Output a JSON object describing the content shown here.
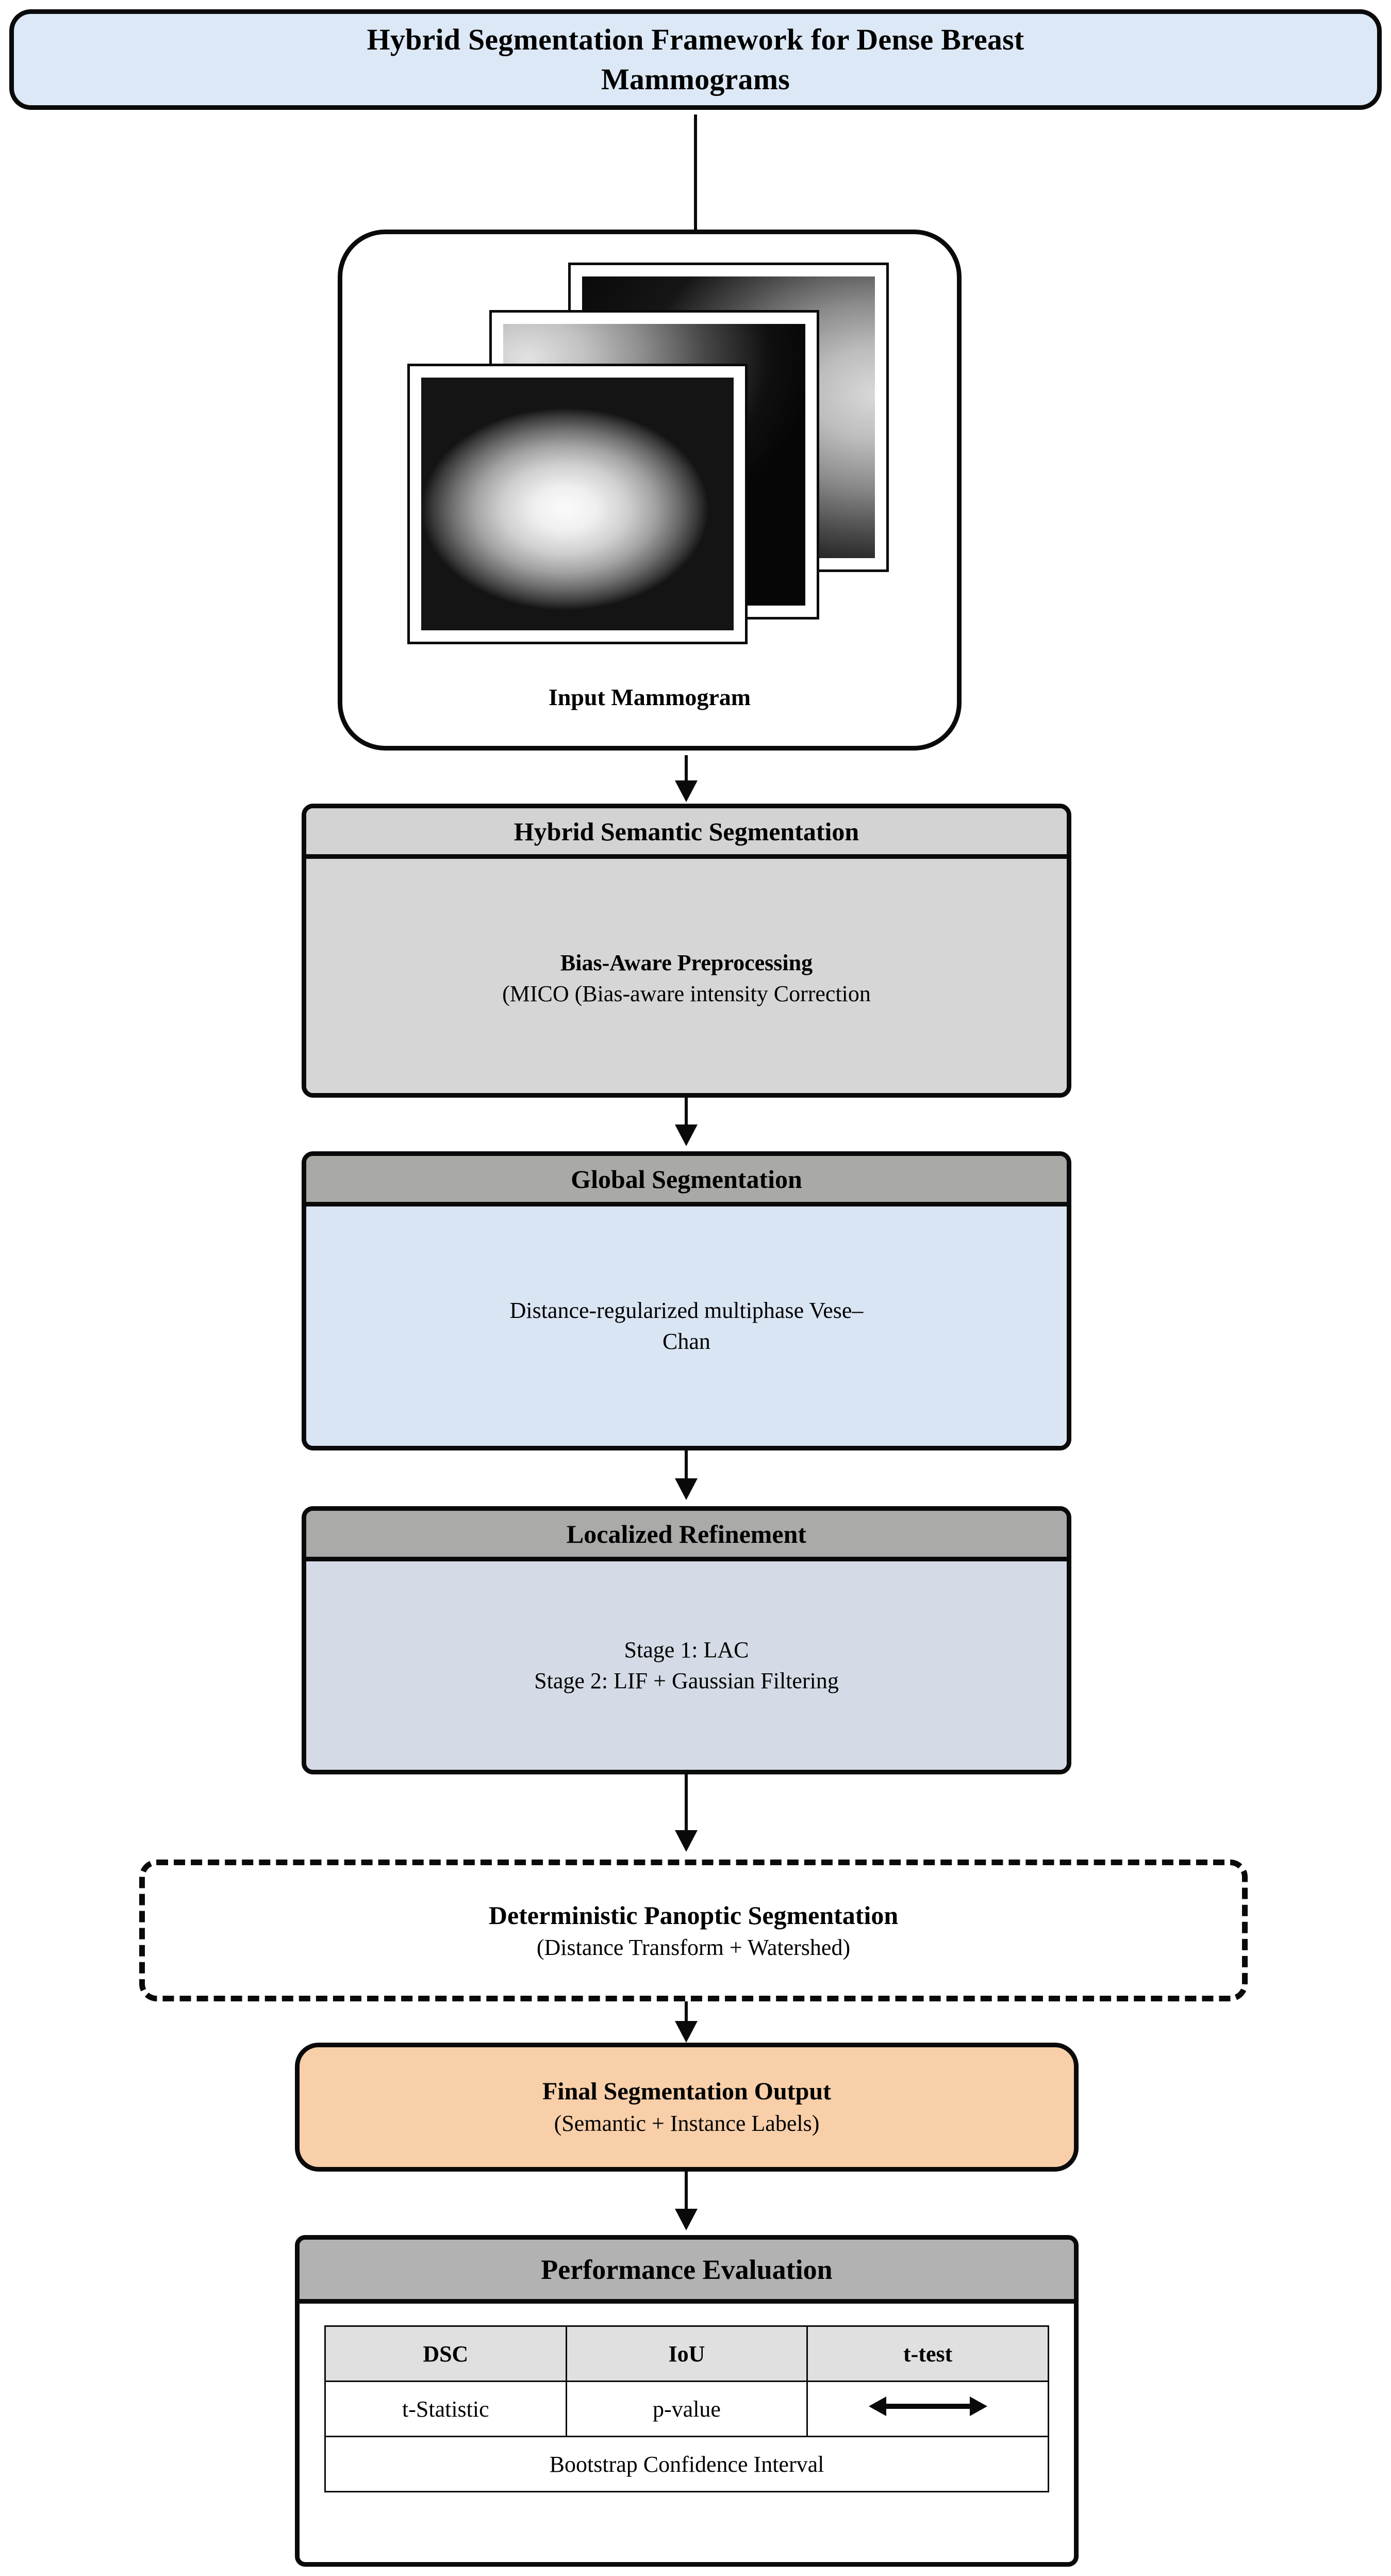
{
  "title": {
    "line1": "Hybrid Segmentation Framework for Dense Breast",
    "line2": "Mammograms"
  },
  "input": {
    "label": "Input Mammogram",
    "image_count": 3,
    "image_kind": "grayscale-mammogram"
  },
  "stages": [
    {
      "key": "hybrid_semantic_segmentation",
      "header": "Hybrid Semantic Segmentation",
      "body_bold": "Bias-Aware Preprocessing",
      "body_text": "(MICO (Bias-aware intensity Correction",
      "header_color": "#d3d3d3",
      "body_color": "#d6d6d6"
    },
    {
      "key": "global_segmentation",
      "header": "Global Segmentation",
      "body_line1": "Distance-regularized multiphase Vese–",
      "body_line2": "Chan",
      "header_color": "#a9a9a6",
      "body_color": "#dae5f3"
    },
    {
      "key": "localized_refinement",
      "header": "Localized Refinement",
      "body_line1": "Stage 1: LAC",
      "body_line2": "Stage 2: LIF + Gaussian Filtering",
      "header_color": "#aaaaa8",
      "body_color": "#d5dbe6"
    }
  ],
  "panoptic": {
    "title": "Deterministic Panoptic Segmentation",
    "subtitle": "(Distance Transform + Watershed)",
    "border_style": "dashed"
  },
  "final_output": {
    "title": "Final Segmentation Output",
    "subtitle": "(Semantic + Instance Labels)",
    "fill_color": "#f8cfa9"
  },
  "performance": {
    "header": "Performance Evaluation",
    "header_color": "#b2b2b2",
    "table": {
      "columns": [
        "DSC",
        "IoU",
        "t-test"
      ],
      "row": [
        "t-Statistic",
        "p-value",
        "double-arrow-icon"
      ],
      "footer_row": "Bootstrap Confidence Interval"
    }
  },
  "colors": {
    "title_fill": "#dce8f5",
    "outline": "#0a0a0a",
    "page_background": "#ffffff"
  }
}
